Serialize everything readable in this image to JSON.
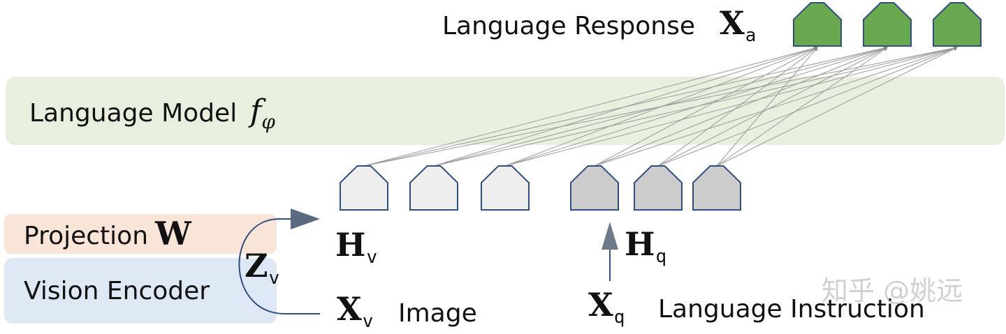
{
  "labels": {
    "language_response": "Language Response",
    "language_model": "Language Model",
    "projection": "Projection",
    "vision_encoder": "Vision Encoder",
    "image": "Image",
    "language_instruction": "Language Instruction"
  },
  "symbols": {
    "xa": {
      "base": "X",
      "sub": "a"
    },
    "f_phi": {
      "base": "f",
      "sub": "φ"
    },
    "w": "W",
    "zv": {
      "base": "Z",
      "sub": "v"
    },
    "hv": {
      "base": "H",
      "sub": "v"
    },
    "hq": {
      "base": "H",
      "sub": "q"
    },
    "xv": {
      "base": "X",
      "sub": "v"
    },
    "xq": {
      "base": "X",
      "sub": "q"
    }
  },
  "watermark": "知乎 @姚远",
  "colors": {
    "response_token": "#6aa84f",
    "visual_token": "#eeeeee",
    "instruction_token": "#cccccc",
    "token_stroke": "#2f4f7f",
    "language_model_band": "#e7f0df",
    "projection_band": "#f9e4d8",
    "vision_encoder_band": "#dde8f4",
    "arrow": "#5b6a80"
  }
}
